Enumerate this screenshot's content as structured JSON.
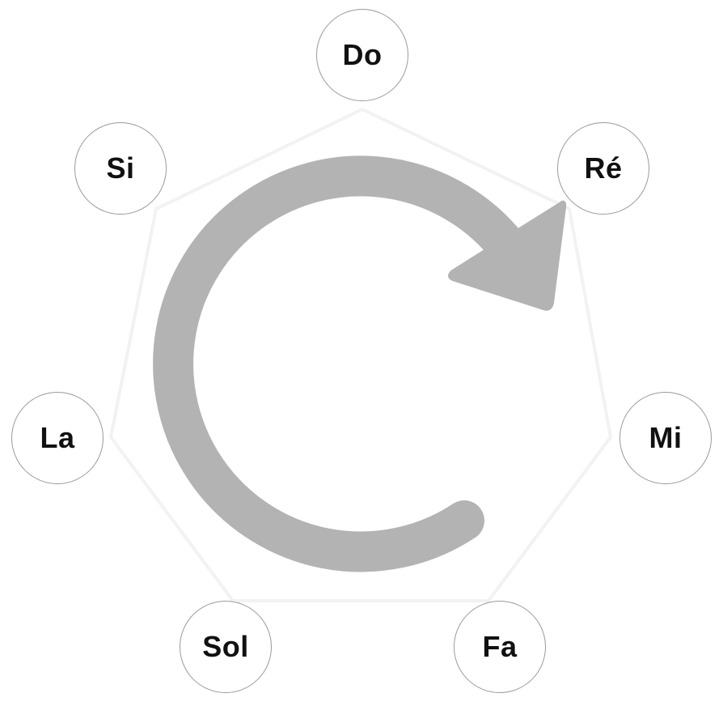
{
  "notes": [
    {
      "id": "do",
      "label": "Do"
    },
    {
      "id": "re",
      "label": "Ré"
    },
    {
      "id": "mi",
      "label": "Mi"
    },
    {
      "id": "fa",
      "label": "Fa"
    },
    {
      "id": "sol",
      "label": "Sol"
    },
    {
      "id": "la",
      "label": "La"
    },
    {
      "id": "si",
      "label": "Si"
    }
  ],
  "colors": {
    "arrow": "#b3b3b3",
    "circle_border": "#9a9a9a",
    "heptagon_outline": "#f2f2f2",
    "label_text": "#111111"
  },
  "arrow_direction": "clockwise"
}
